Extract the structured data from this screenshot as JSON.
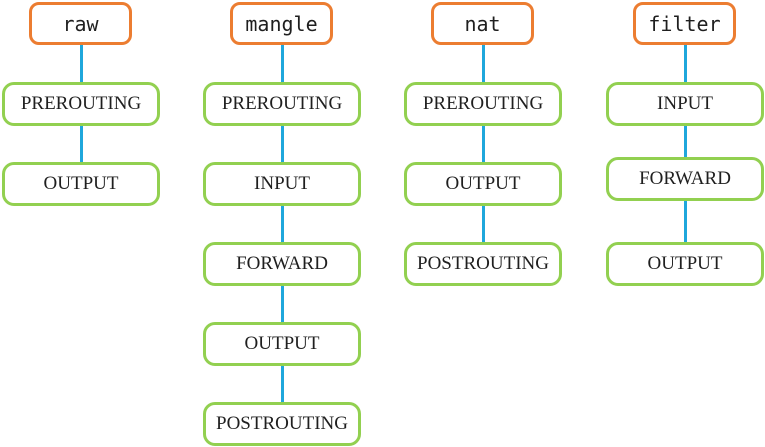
{
  "columns": [
    {
      "table": "raw",
      "chains": [
        "PREROUTING",
        "OUTPUT"
      ]
    },
    {
      "table": "mangle",
      "chains": [
        "PREROUTING",
        "INPUT",
        "FORWARD",
        "OUTPUT",
        "POSTROUTING"
      ]
    },
    {
      "table": "nat",
      "chains": [
        "PREROUTING",
        "OUTPUT",
        "POSTROUTING"
      ]
    },
    {
      "table": "filter",
      "chains": [
        "INPUT",
        "FORWARD",
        "OUTPUT"
      ]
    }
  ],
  "colors": {
    "table_border": "#ec7d31",
    "chain_border": "#92d050",
    "connector": "#1fa7dc"
  }
}
